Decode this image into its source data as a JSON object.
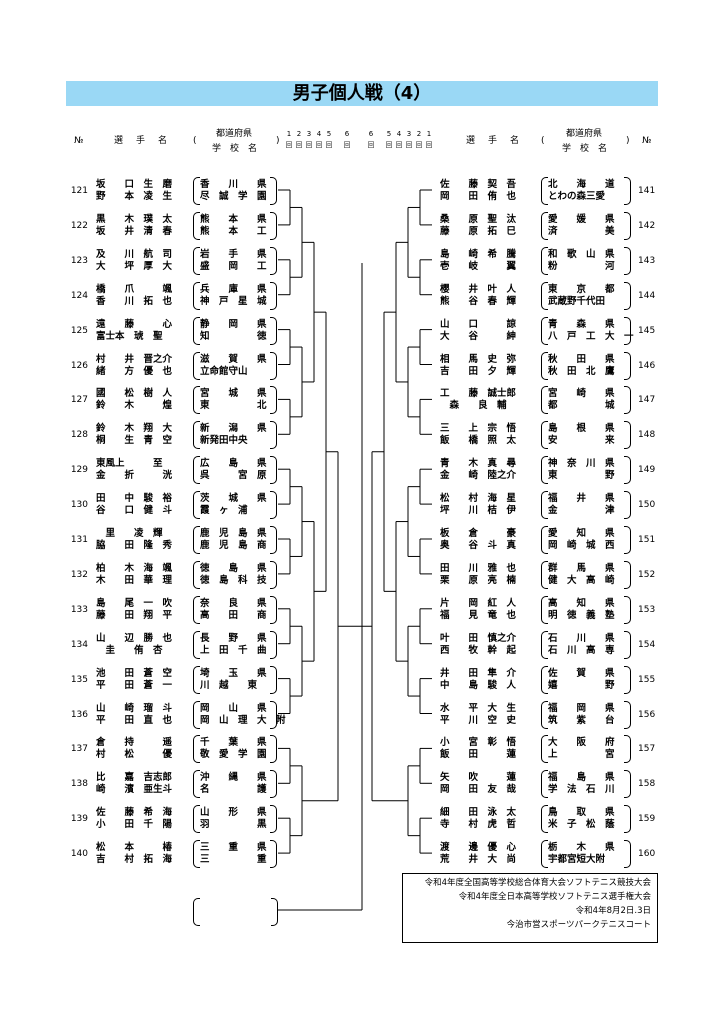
{
  "title": "男子個人戦（4）",
  "header": {
    "no_left": "№",
    "player_left": "選　手　名",
    "pref_left": "都道府県",
    "school_left": "学　校　名",
    "player_right": "選　手　名",
    "pref_right": "都道府県",
    "school_right": "学　校　名",
    "no_right": "№",
    "rounds_left": [
      "1",
      "2",
      "3",
      "4",
      "5",
      "6"
    ],
    "rounds_right": [
      "6",
      "5",
      "4",
      "3",
      "2",
      "1"
    ],
    "round_glyph": "回"
  },
  "left_entries": [
    {
      "no": "121",
      "p1": "坂　　口　生　磨",
      "p2": "野　　本　凌　生",
      "s1": "香　　川　　県",
      "s2": "尽　誠　学　園"
    },
    {
      "no": "122",
      "p1": "黒　　木　璞　太",
      "p2": "坂　　井　清　春",
      "s1": "熊　　本　　県",
      "s2": "熊　　本　　工"
    },
    {
      "no": "123",
      "p1": "及　　川　航　司",
      "p2": "大　　坪　厚　大",
      "s1": "岩　　手　　県",
      "s2": "盛　　岡　　工"
    },
    {
      "no": "124",
      "p1": "橋　　爪　　　颯",
      "p2": "香　　川　拓　也",
      "s1": "兵　　庫　　県",
      "s2": "神　戸　星　城"
    },
    {
      "no": "125",
      "p1": "遠　　藤　　　心",
      "p2": "富士本　琥　聖",
      "s1": "静　　岡　　県",
      "s2": "知　　　　　徳"
    },
    {
      "no": "126",
      "p1": "村　　井　晋之介",
      "p2": "緒　　方　優　也",
      "s1": "滋　　賀　　県",
      "s2": "立命館守山"
    },
    {
      "no": "127",
      "p1": "國　　松　樹　人",
      "p2": "鈴　　木　　　煌",
      "s1": "宮　　城　　県",
      "s2": "東　　　　　北"
    },
    {
      "no": "128",
      "p1": "鈴　　木　翔　大",
      "p2": "桐　　生　青　空",
      "s1": "新　　潟　　県",
      "s2": "新発田中央"
    },
    {
      "no": "129",
      "p1": "東風上　　　至",
      "p2": "金　　折　　　洸",
      "s1": "広　　島　　県",
      "s2": "呉　　　宮　原"
    },
    {
      "no": "130",
      "p1": "田　　中　駿　裕",
      "p2": "谷　　口　健　斗",
      "s1": "茨　　城　　県",
      "s2": "霞　ヶ　浦"
    },
    {
      "no": "131",
      "p1": "　里　　凌　輝",
      "p2": "脇　　田　隆　秀",
      "s1": "鹿　児　島　県",
      "s2": "鹿　児　島　商"
    },
    {
      "no": "132",
      "p1": "柏　　木　海　颯",
      "p2": "木　　田　華　理",
      "s1": "徳　　島　　県",
      "s2": "徳　島　科　技"
    },
    {
      "no": "133",
      "p1": "島　　尾　一　吹",
      "p2": "藤　　田　翔　平",
      "s1": "奈　　良　　県",
      "s2": "高　　田　　商"
    },
    {
      "no": "134",
      "p1": "山　　辺　勝　也",
      "p2": "　圭　　侑　杏",
      "s1": "長　　野　　県",
      "s2": "上　田　千　曲"
    },
    {
      "no": "135",
      "p1": "池　　田　蒼　空",
      "p2": "平　　田　蒼　一",
      "s1": "埼　　玉　　県",
      "s2": "川　越　　東"
    },
    {
      "no": "136",
      "p1": "山　　崎　瑠　斗",
      "p2": "平　　田　直　也",
      "s1": "岡　　山　　県",
      "s2": "岡　山　理　大　附"
    },
    {
      "no": "137",
      "p1": "倉　　持　　　遥",
      "p2": "村　　松　　　優",
      "s1": "千　　葉　　県",
      "s2": "敬　愛　学　園"
    },
    {
      "no": "138",
      "p1": "比　　嘉　吉志郎",
      "p2": "崎　　濱　亜生斗",
      "s1": "沖　　縄　　県",
      "s2": "名　　　　　護"
    },
    {
      "no": "139",
      "p1": "佐　　藤　希　海",
      "p2": "小　　田　千　陽",
      "s1": "山　　形　　県",
      "s2": "羽　　　　　黒"
    },
    {
      "no": "140",
      "p1": "松　　本　　　椿",
      "p2": "吉　　村　拓　海",
      "s1": "三　　重　　県",
      "s2": "三　　　　　重"
    }
  ],
  "right_entries": [
    {
      "no": "141",
      "p1": "佐　　藤　契　吾",
      "p2": "岡　　田　侑　也",
      "s1": "北　　海　　道",
      "s2": "とわの森三愛"
    },
    {
      "no": "142",
      "p1": "桑　　原　聖　汰",
      "p2": "藤　　原　拓　巳",
      "s1": "愛　　媛　　県",
      "s2": "済　　　　　美"
    },
    {
      "no": "143",
      "p1": "島　　崎　希　騰",
      "p2": "壱　　岐　　　翼",
      "s1": "和　歌　山　県",
      "s2": "粉　　　　　河"
    },
    {
      "no": "144",
      "p1": "櫻　　井　叶　人",
      "p2": "熊　　谷　春　輝",
      "s1": "東　　京　　都",
      "s2": "武蔵野千代田"
    },
    {
      "no": "145",
      "p1": "山　　口　　　諒",
      "p2": "大　　谷　　　紳",
      "s1": "青　　森　　県",
      "s2": "八　戸　工　大　一"
    },
    {
      "no": "146",
      "p1": "相　　馬　史　弥",
      "p2": "吉　　田　夕　輝",
      "s1": "秋　　田　　県",
      "s2": "秋　田　北　鷹"
    },
    {
      "no": "147",
      "p1": "工　　藤　誠士郎",
      "p2": "　森　　良　輔",
      "s1": "宮　　崎　　県",
      "s2": "都　　　　　城"
    },
    {
      "no": "148",
      "p1": "三　　上　宗　悟",
      "p2": "飯　　橋　照　太",
      "s1": "島　　根　　県",
      "s2": "安　　　　　来"
    },
    {
      "no": "149",
      "p1": "青　　木　真　尋",
      "p2": "金　　崎　陸之介",
      "s1": "神　奈　川　県",
      "s2": "東　　　　　野"
    },
    {
      "no": "150",
      "p1": "松　　村　海　星",
      "p2": "坪　　川　桔　伊",
      "s1": "福　　井　　県",
      "s2": "金　　　　　津"
    },
    {
      "no": "151",
      "p1": "板　　倉　　　豪",
      "p2": "奥　　谷　斗　真",
      "s1": "愛　　知　　県",
      "s2": "岡　崎　城　西"
    },
    {
      "no": "152",
      "p1": "田　　川　雅　也",
      "p2": "栗　　原　亮　楠",
      "s1": "群　　馬　　県",
      "s2": "健　大　高　崎"
    },
    {
      "no": "153",
      "p1": "片　　岡　紅　人",
      "p2": "福　　見　竜　也",
      "s1": "高　　知　　県",
      "s2": "明　徳　義　塾"
    },
    {
      "no": "154",
      "p1": "叶　　田　慎之介",
      "p2": "西　　牧　幹　起",
      "s1": "石　　川　　県",
      "s2": "石　川　高　専"
    },
    {
      "no": "155",
      "p1": "井　　田　隼　介",
      "p2": "中　　島　駿　人",
      "s1": "佐　　賀　　県",
      "s2": "嬉　　　　　野"
    },
    {
      "no": "156",
      "p1": "水　　平　大　生",
      "p2": "平　　川　空　史",
      "s1": "福　　岡　　県",
      "s2": "筑　　紫　　台"
    },
    {
      "no": "157",
      "p1": "小　　宮　彰　悟",
      "p2": "飯　　田　　　蓮",
      "s1": "大　　阪　　府",
      "s2": "上　　　　　宮"
    },
    {
      "no": "158",
      "p1": "矢　　吹　　　蓮",
      "p2": "岡　　田　友　哉",
      "s1": "福　　島　　県",
      "s2": "学　法　石　川"
    },
    {
      "no": "159",
      "p1": "細　　田　泳　太",
      "p2": "寺　　村　虎　哲",
      "s1": "鳥　　取　　県",
      "s2": "米　子　松　蔭"
    },
    {
      "no": "160",
      "p1": "渡　　邊　優　心",
      "p2": "荒　　井　大　尚",
      "s1": "栃　　木　　県",
      "s2": "宇都宮短大附"
    }
  ],
  "info": {
    "line1": "令和4年度全国高等学校総合体育大会ソフトテニス競技大会",
    "line2": "令和4年度全日本高等学校ソフトテニス選手権大会",
    "line3": "令和4年8月2日.3日",
    "line4": "今治市営スポーツパークテニスコート"
  }
}
